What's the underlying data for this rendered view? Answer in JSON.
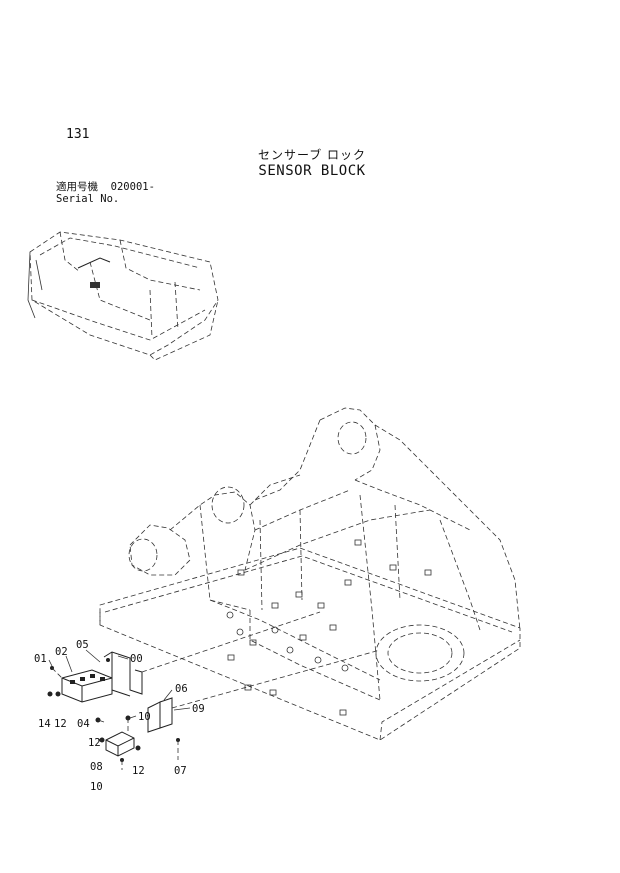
{
  "page_number": "131",
  "title_jp": "センサーブ ロック",
  "title_en": "SENSOR BLOCK",
  "serial": {
    "label_jp": "適用号機",
    "value": "020001-",
    "label_en": "Serial No."
  },
  "callouts": [
    "01",
    "02",
    "05",
    "00",
    "14",
    "12",
    "04",
    "06",
    "09",
    "10",
    "12",
    "08",
    "12",
    "07",
    "10"
  ]
}
